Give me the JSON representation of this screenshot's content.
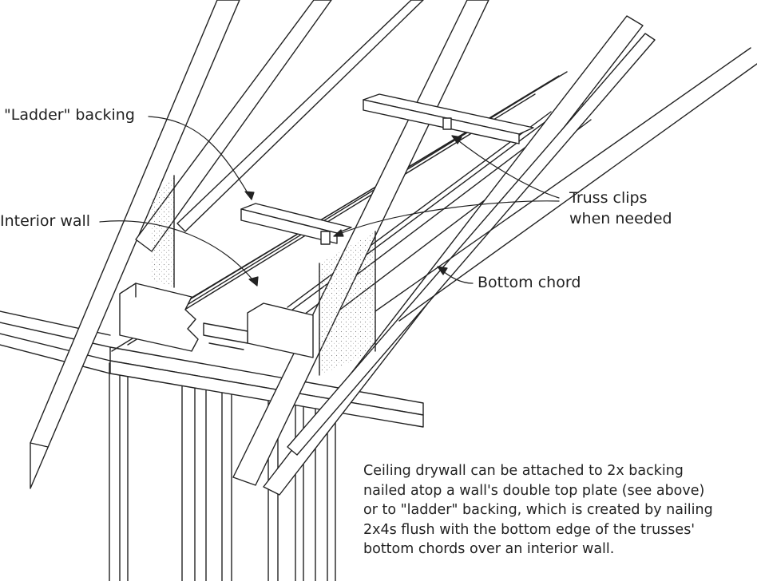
{
  "labels": {
    "ladder_backing": "\"Ladder\" backing",
    "interior_wall": "Interior wall",
    "truss_clips_line1": "Truss clips",
    "truss_clips_line2": "when needed",
    "bottom_chord": "Bottom chord"
  },
  "caption": {
    "lines": [
      "Ceiling drywall can be attached to 2x backing",
      "nailed atop a wall's double top plate (see above)",
      "or to \"ladder\" backing, which is created by nailing",
      "2x4s flush with the bottom edge of the trusses'",
      "bottom chords over an interior wall."
    ]
  }
}
